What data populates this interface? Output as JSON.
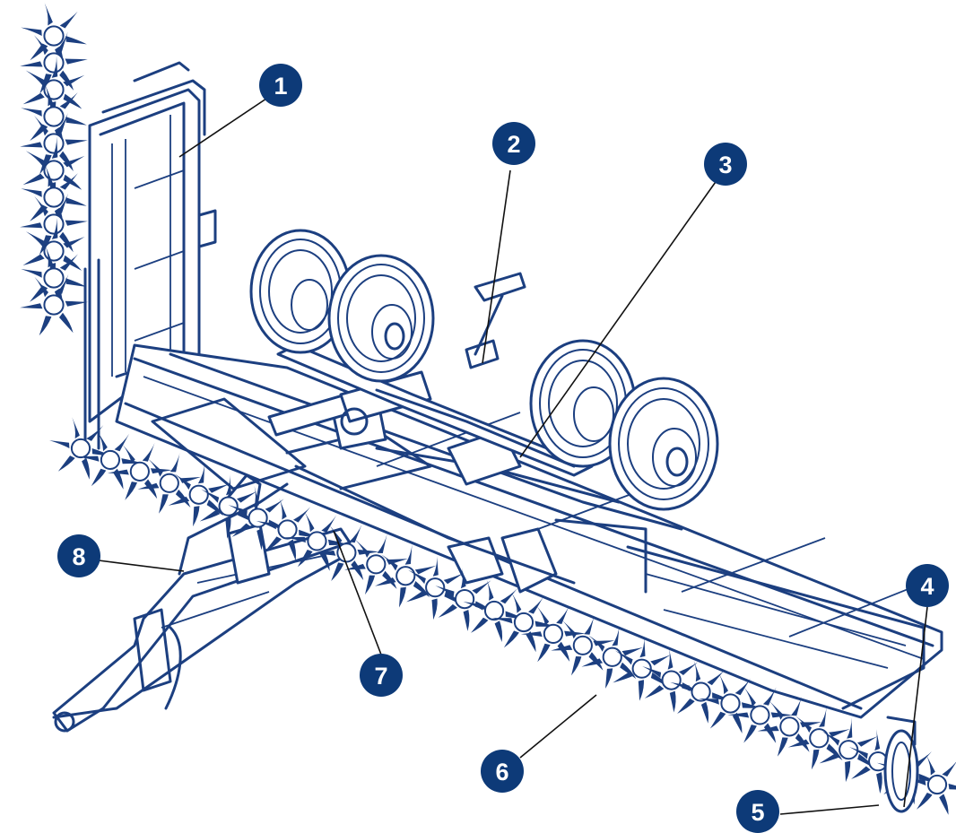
{
  "callouts": [
    {
      "id": "callout-1",
      "number": "1"
    },
    {
      "id": "callout-2",
      "number": "2"
    },
    {
      "id": "callout-3",
      "number": "3"
    },
    {
      "id": "callout-4",
      "number": "4"
    },
    {
      "id": "callout-5",
      "number": "5"
    },
    {
      "id": "callout-6",
      "number": "6"
    },
    {
      "id": "callout-7",
      "number": "7"
    },
    {
      "id": "callout-8",
      "number": "8"
    }
  ],
  "colors": {
    "line_art": "#1c3f80",
    "badge": "#0d3a78",
    "badge_text": "#ffffff",
    "leader": "#111111",
    "background": "#ffffff"
  }
}
